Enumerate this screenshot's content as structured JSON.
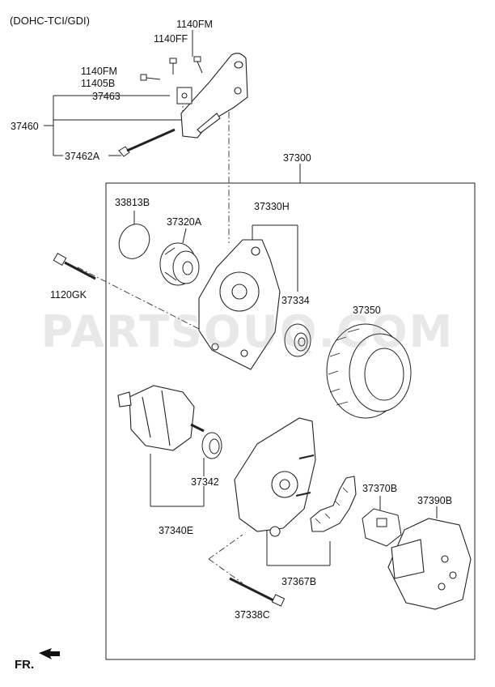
{
  "title": "(DOHC-TCI/GDI)",
  "watermark": "PARTSOUQ.COM",
  "direction_label": "FR.",
  "parts": {
    "p1140FM_top": "1140FM",
    "p1140FF": "1140FF",
    "p1140FM_left": "1140FM",
    "p11405B": "11405B",
    "p37463": "37463",
    "p37460": "37460",
    "p37462A": "37462A",
    "p37300": "37300",
    "p33813B": "33813B",
    "p37320A": "37320A",
    "p37330H": "37330H",
    "p1120GK": "1120GK",
    "p37334": "37334",
    "p37350": "37350",
    "p37342": "37342",
    "p37340E": "37340E",
    "p37370B": "37370B",
    "p37390B": "37390B",
    "p37367B": "37367B",
    "p37338C": "37338C"
  }
}
